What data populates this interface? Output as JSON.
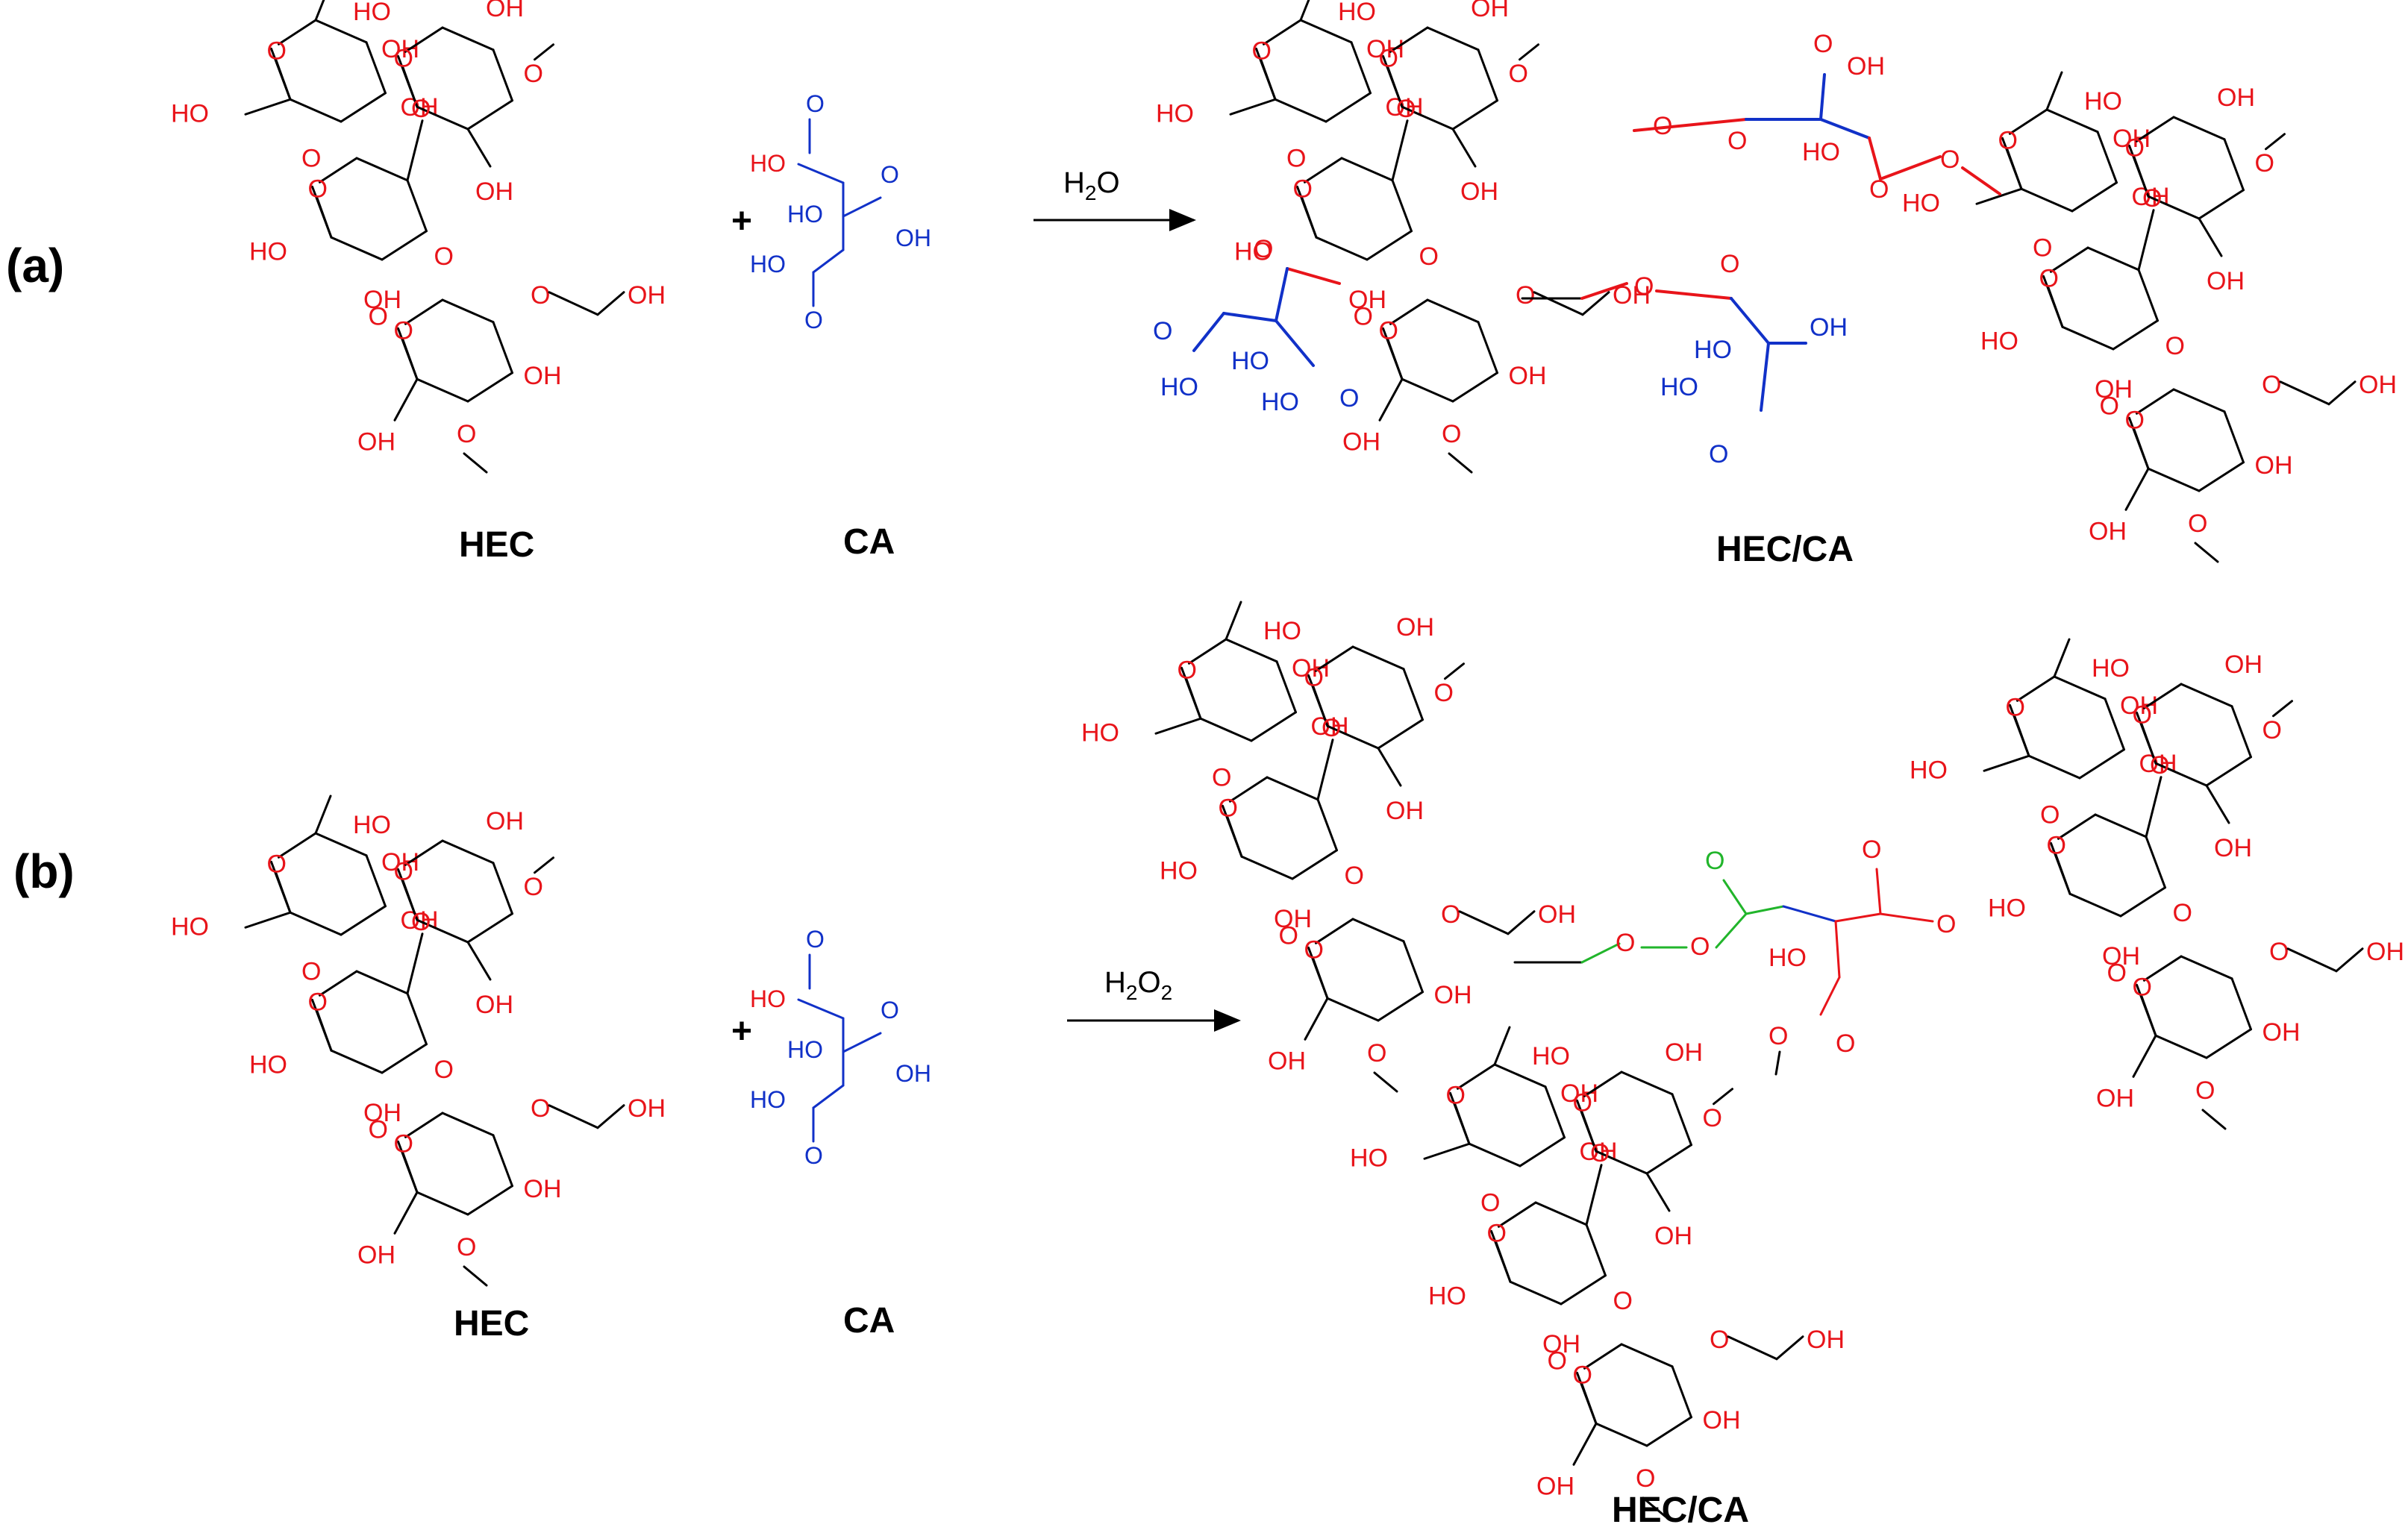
{
  "colors": {
    "backbone": "#000000",
    "hydroxyl": "#e8141a",
    "citric": "#1131c8",
    "ester": "#e8141a",
    "h2o2_link": "#21b52b"
  },
  "atoms": {
    "oh": "OH",
    "ho": "HO",
    "o": "O"
  },
  "panel_a": {
    "label": "(a)",
    "plus": "+",
    "reagent_main": "H",
    "reagent_sub": "2",
    "reagent_tail": "O",
    "reactant1": "HEC",
    "reactant2": "CA",
    "product": "HEC/CA"
  },
  "panel_b": {
    "label": "(b)",
    "plus": "+",
    "reagent_main": "H",
    "reagent_sub": "2",
    "reagent_mid": "O",
    "reagent_sub2": "2",
    "reactant1": "HEC",
    "reactant2": "CA",
    "product": "HEC/CA"
  }
}
